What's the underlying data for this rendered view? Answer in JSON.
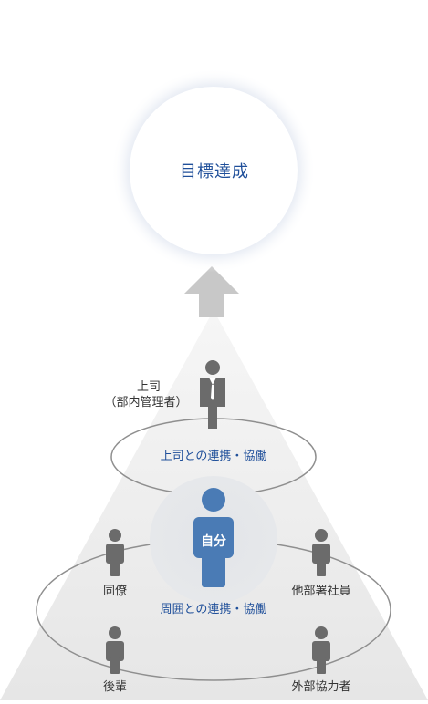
{
  "goal": {
    "label": "目標達成"
  },
  "boss": {
    "title": "上司",
    "subtitle": "（部内管理者）"
  },
  "boss_ring": {
    "label": "上司との連携・協働"
  },
  "self": {
    "label": "自分"
  },
  "surround_ring": {
    "label": "周囲との連携・協働"
  },
  "peers": {
    "colleague": "同僚",
    "other_dept": "他部署社員",
    "junior": "後輩",
    "external": "外部協力者"
  },
  "colors": {
    "accent": "#1f4f9a",
    "self_figure": "#4a7bb5",
    "person_figure": "#6b6b6b",
    "arrow": "#c8c8c8",
    "pyramid": "#ebebeb",
    "ring_stroke": "#8f8f8f"
  }
}
